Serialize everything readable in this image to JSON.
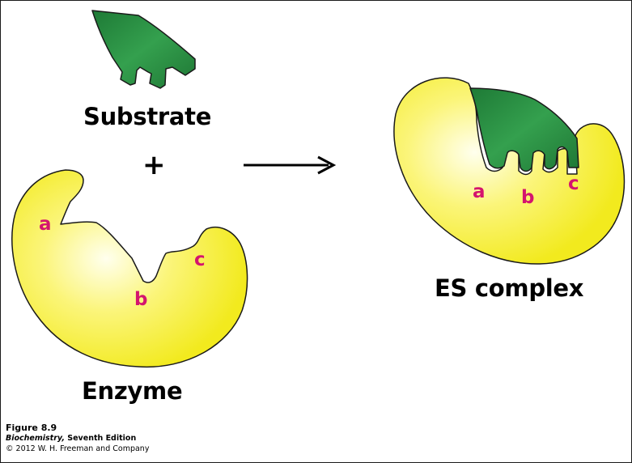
{
  "labels": {
    "substrate": "Substrate",
    "plus": "+",
    "enzyme": "Enzyme",
    "es_complex": "ES complex"
  },
  "enzyme_sites": {
    "a": "a",
    "b": "b",
    "c": "c"
  },
  "complex_sites": {
    "a": "a",
    "b": "b",
    "c": "c"
  },
  "caption": {
    "figure": "Figure 8.9",
    "book_title": "Biochemistry,",
    "edition": " Seventh Edition",
    "copyright": "© 2012 W. H. Freeman and Company"
  },
  "colors": {
    "enzyme_fill": "#f5ee2e",
    "enzyme_highlight": "#ffffe6",
    "substrate_fill": "#2e9446",
    "substrate_dark": "#1a6b2e",
    "site_label": "#d4146e",
    "outline": "#1a1a1a"
  }
}
